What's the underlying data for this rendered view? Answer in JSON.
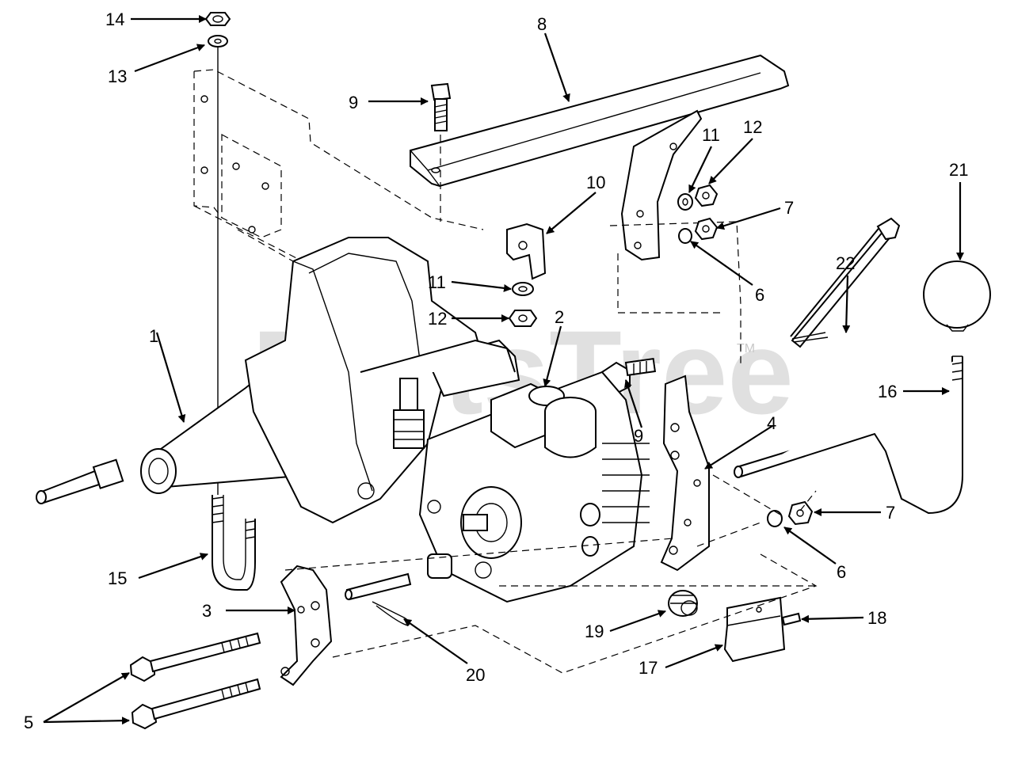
{
  "watermark": {
    "text": "PartsTree",
    "mark": "TM"
  },
  "callouts": [
    "1",
    "2",
    "3",
    "4",
    "5",
    "6",
    "6",
    "7",
    "7",
    "8",
    "9",
    "9",
    "10",
    "11",
    "11",
    "12",
    "12",
    "13",
    "14",
    "15",
    "16",
    "17",
    "18",
    "19",
    "20",
    "21",
    "22"
  ],
  "colors": {
    "ink": "#000000",
    "background": "#ffffff",
    "watermark": "#c8c8c8"
  }
}
